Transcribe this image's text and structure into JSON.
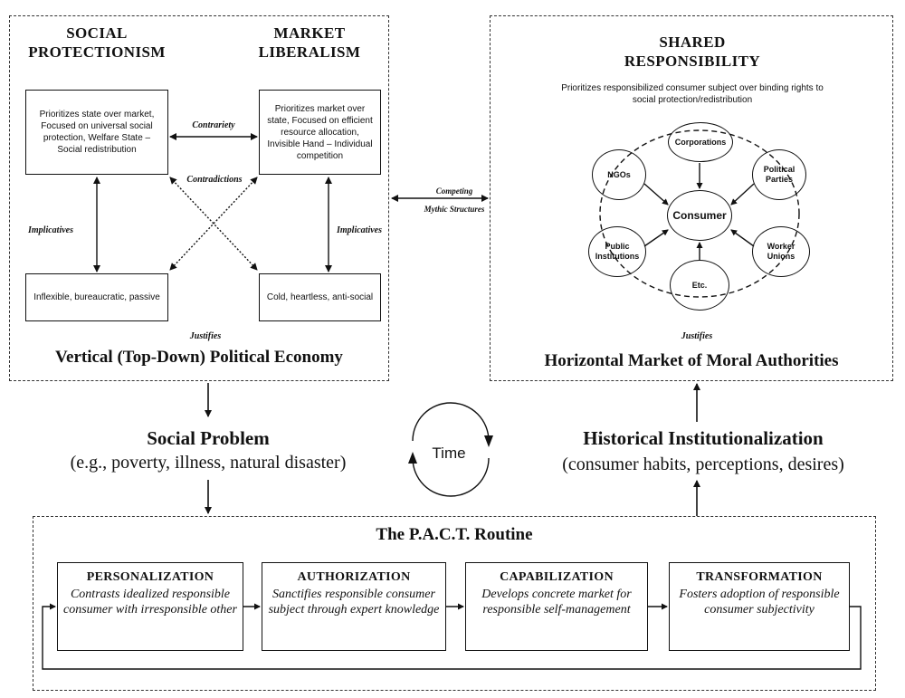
{
  "left_panel": {
    "social_protectionism_title": "SOCIAL PROTECTIONISM",
    "market_liberalism_title": "MARKET LIBERALISM",
    "social_box_text": "Prioritizes state over market, Focused on universal social protection, Welfare State – Social redistribution",
    "market_box_text": "Prioritizes market over state, Focused on efficient resource allocation, Invisible Hand – Individual competition",
    "inflexible_text": "Inflexible, bureaucratic, passive",
    "cold_text": "Cold, heartless, anti-social",
    "contrariety": "Contrariety",
    "contradictions": "Contradictions",
    "implicatives_left": "Implicatives",
    "implicatives_right": "Implicatives",
    "justifies": "Justifies",
    "footer_title": "Vertical (Top-Down) Political Economy"
  },
  "middle": {
    "competing": "Competing",
    "mythic_structures": "Mythic Structures"
  },
  "right_panel": {
    "title": "SHARED RESPONSIBILITY",
    "subtitle": "Prioritizes responsibilized consumer subject over binding rights to social protection/redistribution",
    "nodes": {
      "corporations": "Corporations",
      "ngos": "NGOs",
      "political_parties": "Political Parties",
      "consumer": "Consumer",
      "public_institutions": "Public Institutions",
      "worker_unions": "Worker Unions",
      "etc": "Etc."
    },
    "justifies": "Justifies",
    "footer_title": "Horizontal Market of Moral Authorities"
  },
  "social_problem": {
    "title": "Social Problem",
    "subtitle": "(e.g., poverty, illness, natural disaster)"
  },
  "time_label": "Time",
  "historical": {
    "title": "Historical Institutionalization",
    "subtitle": "(consumer habits, perceptions, desires)"
  },
  "pact": {
    "title": "The P.A.C.T. Routine",
    "steps": [
      {
        "title": "PERSONALIZATION",
        "desc": "Contrasts idealized responsible consumer with irresponsible other"
      },
      {
        "title": "AUTHORIZATION",
        "desc": "Sanctifies responsible consumer subject through expert knowledge"
      },
      {
        "title": "CAPABILIZATION",
        "desc": "Develops concrete market for responsible self-management"
      },
      {
        "title": "TRANSFORMATION",
        "desc": "Fosters adoption of responsible consumer subjectivity"
      }
    ]
  }
}
